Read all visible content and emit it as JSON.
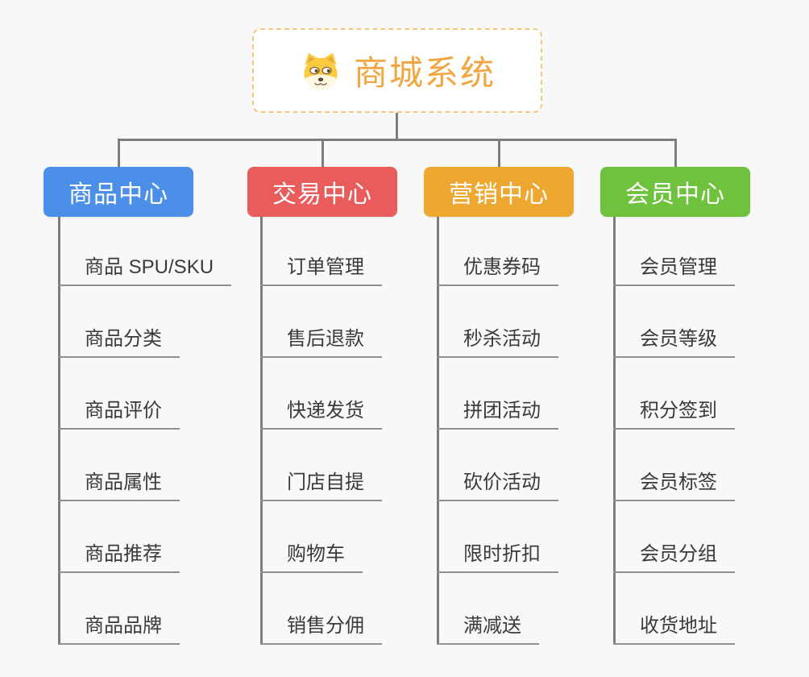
{
  "root": {
    "title": "商城系统",
    "title_color": "#f2a540",
    "border_color": "#f3c87e",
    "icon": "dog-icon"
  },
  "connector_color": "#7d7d7d",
  "underline_color": "#8f8f8f",
  "branches": [
    {
      "label": "商品中心",
      "color": "#4b8fe8",
      "items": [
        "商品 SPU/SKU",
        "商品分类",
        "商品评价",
        "商品属性",
        "商品推荐",
        "商品品牌"
      ]
    },
    {
      "label": "交易中心",
      "color": "#e85c5c",
      "items": [
        "订单管理",
        "售后退款",
        "快递发货",
        "门店自提",
        "购物车",
        "销售分佣"
      ]
    },
    {
      "label": "营销中心",
      "color": "#eea832",
      "items": [
        "优惠券码",
        "秒杀活动",
        "拼团活动",
        "砍价活动",
        "限时折扣",
        "满减送"
      ]
    },
    {
      "label": "会员中心",
      "color": "#6ec23e",
      "items": [
        "会员管理",
        "会员等级",
        "积分签到",
        "会员标签",
        "会员分组",
        "收货地址"
      ]
    }
  ]
}
